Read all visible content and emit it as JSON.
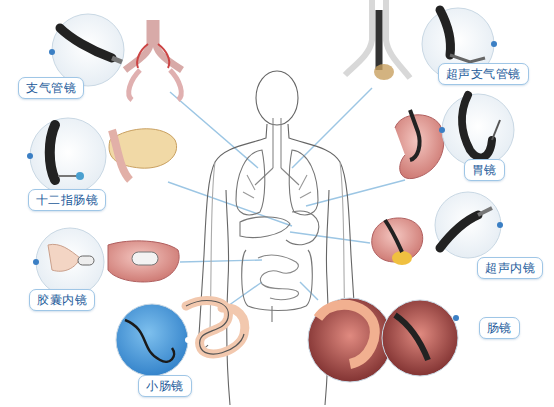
{
  "diagram": {
    "nodes": [
      {
        "text": [
          "超声支气管镜"
        ]
      },
      {
        "text": [
          "支气管镜"
        ]
      },
      {
        "text": [
          "胃镜"
        ]
      },
      {
        "text": [
          "十二指肠镜"
        ]
      },
      {
        "text": [
          "超声内镜"
        ]
      },
      {
        "text": [
          "胶囊内镜"
        ]
      },
      {
        "text": [
          "肠镜"
        ]
      },
      {
        "text": [
          "小肠镜"
        ]
      }
    ]
  }
}
